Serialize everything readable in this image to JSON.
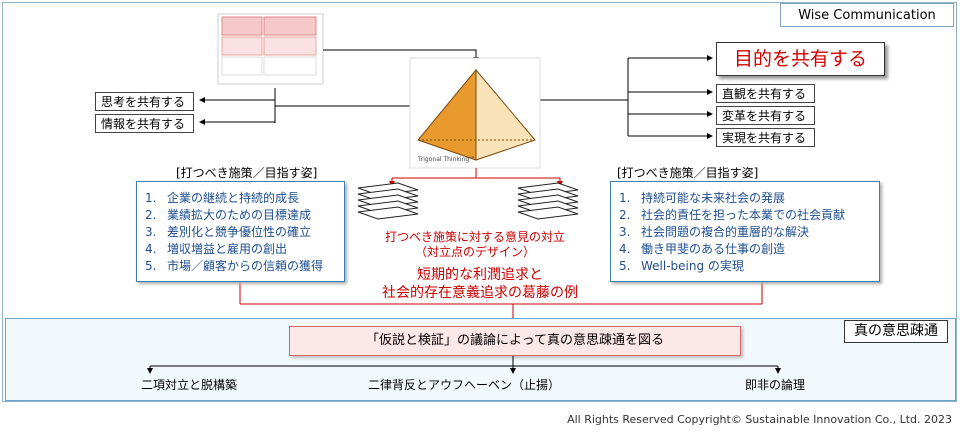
{
  "brand": "Wise Communication",
  "goal": "目的を共有する",
  "left_boxes": [
    "思考を共有する",
    "情報を共有する"
  ],
  "right_boxes": [
    "直観を共有する",
    "変革を共有する",
    "実現を共有する"
  ],
  "left_section": {
    "heading": "[打つべき施策／目指す姿]",
    "items": [
      {
        "num": "1.",
        "text": "企業の継続と持続的成長"
      },
      {
        "num": "2.",
        "text": "業績拡大のための目標達成"
      },
      {
        "num": "3.",
        "text": "差別化と競争優位性の確立"
      },
      {
        "num": "4.",
        "text": "増収増益と雇用の創出"
      },
      {
        "num": "5.",
        "text": "市場／顧客からの信頼の獲得"
      }
    ]
  },
  "right_section": {
    "heading": "[打つべき施策／目指す姿]",
    "items": [
      {
        "num": "1.",
        "text": "持続可能な未来社会の発展"
      },
      {
        "num": "2.",
        "text": "社会的責任を担った本業での社会貢献"
      },
      {
        "num": "3.",
        "text": "社会問題の複合的重層的な解決"
      },
      {
        "num": "4.",
        "text": "働き甲斐のある仕事の創造"
      },
      {
        "num": "5.",
        "text": "Well-being の実現"
      }
    ]
  },
  "center_text": {
    "line1": "打つべき施策に対する意見の対立",
    "line2": "（対立点のデザイン）",
    "conflict1": "短期的な利潤追求と",
    "conflict2": "社会的存在意義追求の葛藤の例"
  },
  "true_communication": "真の意思疎通",
  "banner": "「仮説と検証」の議論によって真の意思疎通を図る",
  "outcomes": [
    "二項対立と脱構築",
    "二律背反とアウフヘーベン（止揚）",
    "即非の論理"
  ],
  "pyramid_caption": "Trigonal Thinking™",
  "copyright": "All Rights Reserved Copyright© Sustainable Innovation Co., Ltd. 2023",
  "colors": {
    "accent_red": "#cc0000",
    "panel_blue": "#3c7fb5",
    "pyramid_orange": "#e89a2c"
  }
}
